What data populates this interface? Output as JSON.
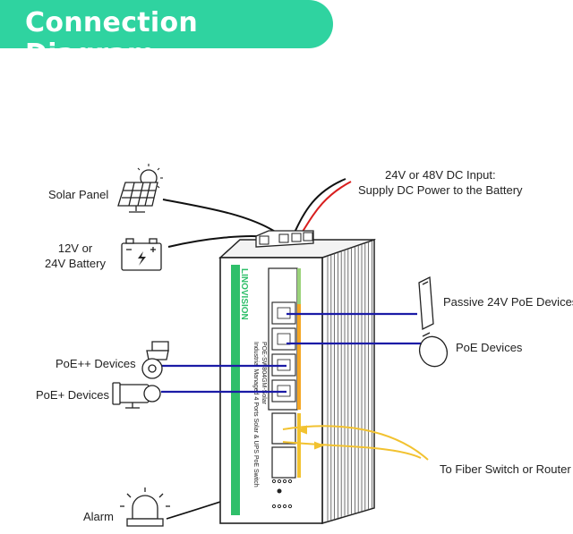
{
  "title": "Connection Diagram",
  "colors": {
    "accent": "#2fd3a0",
    "wire_blue": "#1b1ba6",
    "wire_red": "#d81e1e",
    "wire_yellow": "#f2c230",
    "brand_green": "#2fbf6a"
  },
  "labels": {
    "solar_panel": "Solar Panel",
    "battery_line1": "12V or",
    "battery_line2": "24V Battery",
    "dc_input_line1": "24V or 48V DC Input:",
    "dc_input_line2": "Supply DC Power to the Battery",
    "passive_poe": "Passive 24V PoE Devices",
    "poe_devices": "PoE Devices",
    "poe_plus_plus": "PoE++ Devices",
    "poe_plus": "PoE+ Devices",
    "fiber": "To Fiber Switch or Router",
    "alarm": "Alarm"
  },
  "device": {
    "brand": "LINOVISION",
    "description": "Industrial Managed 4 Ports Solar & UPS PoE Switch",
    "model": "POE-SW804GM-Solar"
  },
  "icons": [
    "solar-panel-icon",
    "battery-icon",
    "ip-camera-icon",
    "dome-camera-icon",
    "bullet-camera-icon",
    "passive-device-icon",
    "alarm-light-icon"
  ]
}
